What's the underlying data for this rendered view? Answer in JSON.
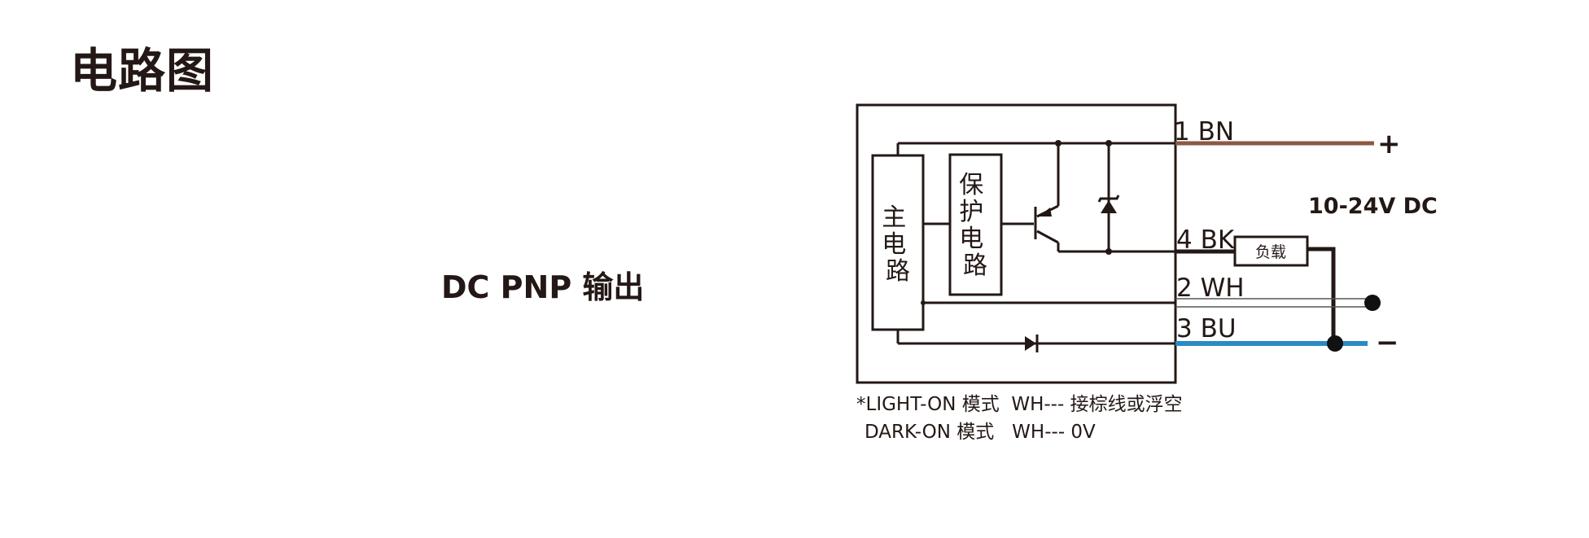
{
  "title": "电路图",
  "mode": "DC PNP 输出",
  "blocks": {
    "main_circuit": "主电路",
    "protection_circuit": "保护电路",
    "load": "负载"
  },
  "wires": [
    {
      "label": "1 BN",
      "color": "#8a5a44"
    },
    {
      "label": "4 BK",
      "color": "#231815"
    },
    {
      "label": "2 WH",
      "color": "#9a9a9a"
    },
    {
      "label": "3 BU",
      "color": "#2a8ac4"
    }
  ],
  "supply": {
    "plus": "+",
    "minus": "−",
    "voltage": "10-24V DC"
  },
  "notes": [
    "*LIGHT-ON 模式  WH--- 接棕线或浮空",
    "DARK-ON 模式   WH--- 0V"
  ]
}
